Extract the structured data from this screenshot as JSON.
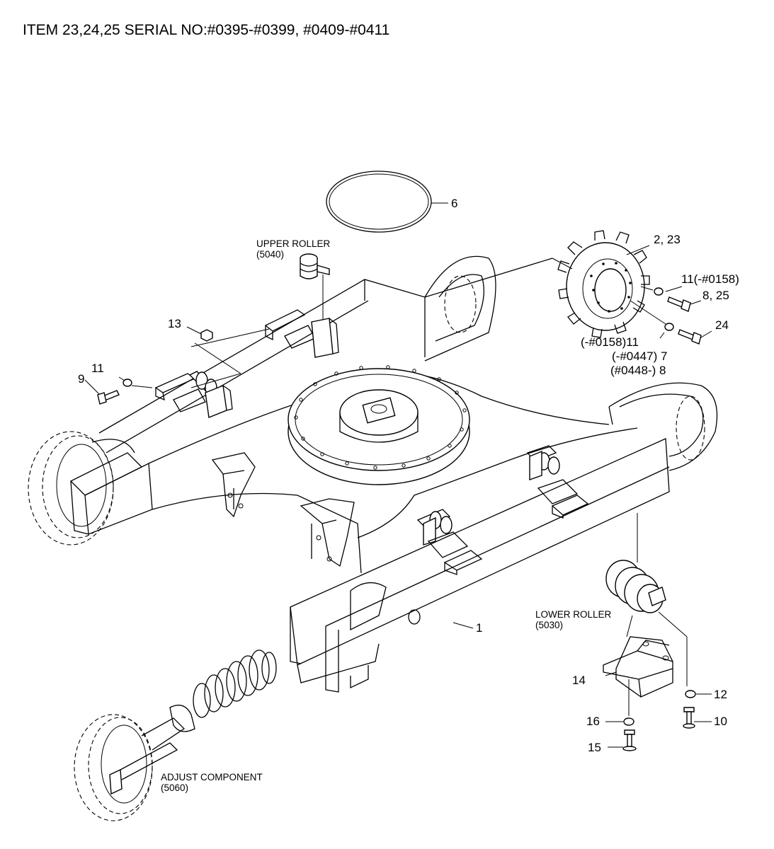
{
  "title": "ITEM 23,24,25 SERIAL NO:#0395-#0399, #0409-#0411",
  "labels": {
    "item_6": "6",
    "item_2_23": "2, 23",
    "item_11_upper": "11(-#0158)",
    "item_8_25": "8, 25",
    "item_24": "24",
    "item_11_lower": "(-#0158)11",
    "item_7": "(-#0447) 7",
    "item_8": "(#0448-) 8",
    "item_13": "13",
    "item_11_left": "11",
    "item_9": "9",
    "item_1": "1",
    "item_14": "14",
    "item_12": "12",
    "item_16": "16",
    "item_10": "10",
    "item_15": "15"
  },
  "groups": {
    "upper_roller": {
      "name": "UPPER ROLLER",
      "code": "(5040)"
    },
    "lower_roller": {
      "name": "LOWER ROLLER",
      "code": "(5030)"
    },
    "adjust_component": {
      "name": "ADJUST COMPONENT",
      "code": "(5060)"
    }
  }
}
